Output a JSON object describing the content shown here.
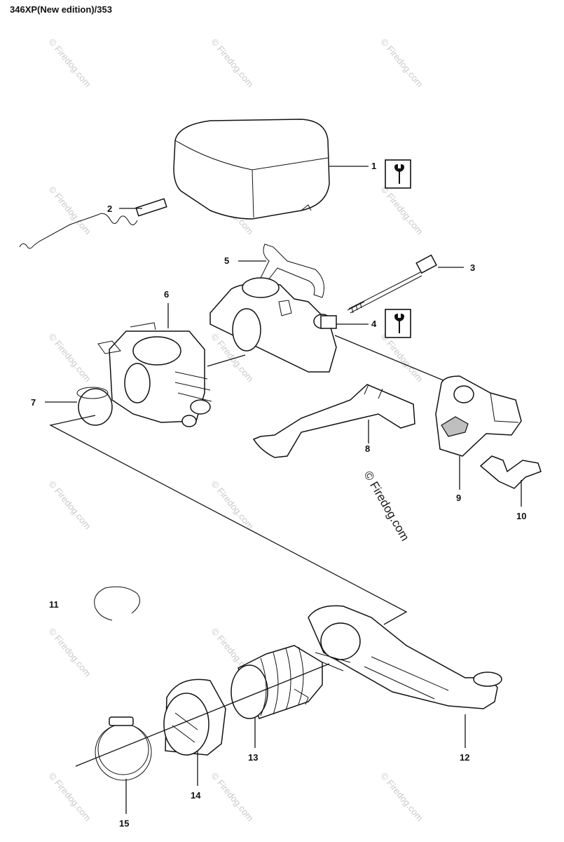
{
  "title": "346XP(New edition)/353",
  "watermark_small": "© Firedog.com",
  "watermark_big": "© Firedog.com",
  "parts": {
    "p1": "1",
    "p2": "2",
    "p3": "3",
    "p4": "4",
    "p5": "5",
    "p6": "6",
    "p7": "7",
    "p8": "8",
    "p9": "9",
    "p10": "10",
    "p11": "11",
    "p12": "12",
    "p13": "13",
    "p14": "14",
    "p15": "15"
  },
  "icons": [
    "wrench-info-icon",
    "wrench-info-icon"
  ]
}
